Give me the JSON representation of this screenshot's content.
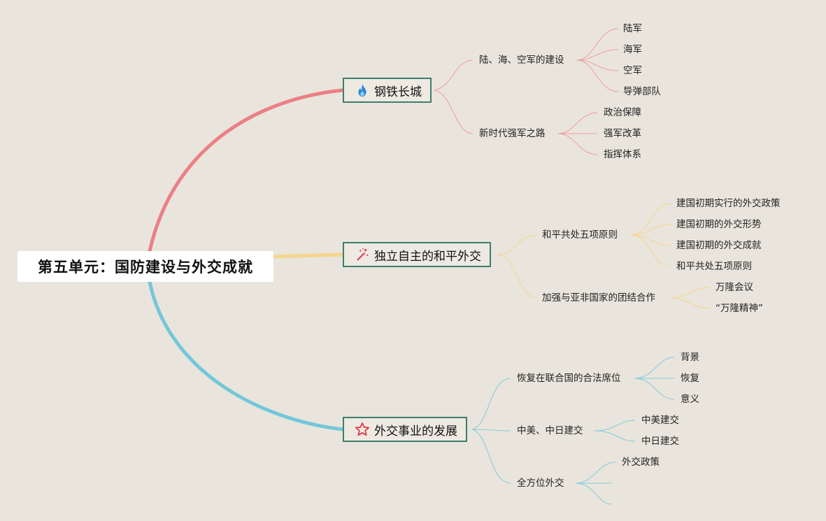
{
  "root": {
    "title": "第五单元：国防建设与外交成就"
  },
  "branches": [
    {
      "label": "钢铁长城",
      "icon": "fire-icon",
      "color": "#e8838a",
      "children": [
        {
          "label": "陆、海、空军的建设",
          "children": [
            "陆军",
            "海军",
            "空军",
            "导弹部队"
          ]
        },
        {
          "label": "新时代强军之路",
          "children": [
            "政治保障",
            "强军改革",
            "指挥体系"
          ]
        }
      ]
    },
    {
      "label": "独立自主的和平外交",
      "icon": "magic-wand-icon",
      "color": "#f6d68f",
      "children": [
        {
          "label": "和平共处五项原则",
          "children": [
            "建国初期实行的外交政策",
            "建国初期的外交形势",
            "建国初期的外交成就",
            "和平共处五项原则"
          ]
        },
        {
          "label": "加强与亚非国家的团结合作",
          "children": [
            "万隆会议",
            "“万隆精神”"
          ]
        }
      ]
    },
    {
      "label": "外交事业的发展",
      "icon": "star-icon",
      "color": "#7fcbdc",
      "children": [
        {
          "label": "恢复在联合国的合法席位",
          "children": [
            "背景",
            "恢复",
            "意义"
          ]
        },
        {
          "label": "中美、中日建交",
          "children": [
            "中美建交",
            "中日建交"
          ]
        },
        {
          "label": "全方位外交",
          "children": [
            "外交政策",
            "",
            ""
          ]
        }
      ]
    }
  ]
}
